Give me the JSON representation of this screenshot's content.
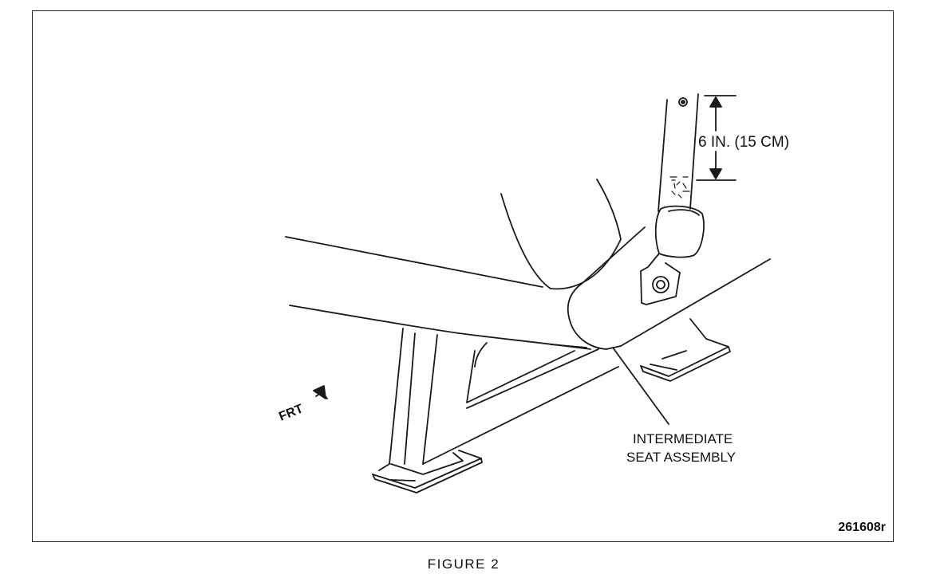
{
  "diagram": {
    "labels": {
      "dimension": "6 IN. (15 CM)",
      "front_direction": "FRT",
      "part_line1": "INTERMEDIATE",
      "part_line2": "SEAT ASSEMBLY"
    },
    "figure_code": "261608r"
  },
  "caption": "FIGURE 2"
}
